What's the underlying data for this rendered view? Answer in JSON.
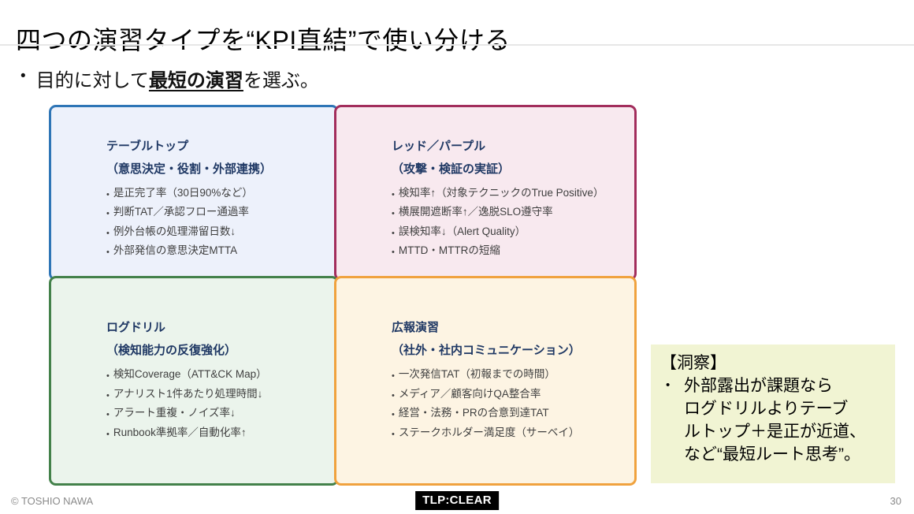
{
  "ui": {
    "bullet_char": "•"
  },
  "slide": {
    "title": "四つの演習タイプを“KPI直結”で使い分ける",
    "lead": {
      "pre": "目的に対して",
      "emph": "最短の演習",
      "post": "を選ぶ。"
    },
    "quadrants": [
      {
        "name": "tabletop",
        "title": "テーブルトップ",
        "subtitle": "（意思決定・役割・外部連携）",
        "items": [
          "是正完了率（30日90%など）",
          "判断TAT／承認フロー通過率",
          "例外台帳の処理滞留日数↓",
          "外部発信の意思決定MTTA"
        ],
        "border_color": "#2E75B6",
        "bg_color": "#EDF1FB"
      },
      {
        "name": "red-purple",
        "title": "レッド／パープル",
        "subtitle": "（攻撃・検証の実証）",
        "items": [
          "検知率↑（対象テクニックのTrue Positive）",
          "横展開遮断率↑／逸脱SLO遵守率",
          "誤検知率↓（Alert Quality）",
          "MTTD・MTTRの短縮"
        ],
        "border_color": "#A22D5C",
        "bg_color": "#F8E9EF"
      },
      {
        "name": "log-drill",
        "title": "ログドリル",
        "subtitle": "（検知能力の反復強化）",
        "items": [
          "検知Coverage（ATT&CK Map）",
          "アナリスト1件あたり処理時間↓",
          "アラート重複・ノイズ率↓",
          "Runbook準拠率／自動化率↑"
        ],
        "border_color": "#43814A",
        "bg_color": "#EBF4EC"
      },
      {
        "name": "pr-exercise",
        "title": "広報演習",
        "subtitle": "（社外・社内コミュニケーション）",
        "items": [
          "一次発信TAT（初報までの時間）",
          "メディア／顧客向けQA整合率",
          "経営・法務・PRの合意到達TAT",
          "ステークホルダー満足度（サーベイ）"
        ],
        "border_color": "#F0A23E",
        "bg_color": "#FDF4E3"
      }
    ],
    "insight": {
      "heading": "【洞察】",
      "text": "外部露出が課題なら\nログドリルよりテーブ\nルトップ＋是正が近道、\nなど“最短ルート思考”。",
      "bg_color": "#F1F4D3"
    },
    "footer": {
      "copyright": "© TOSHIO NAWA",
      "tlp_label": "TLP:CLEAR",
      "page_number": "30"
    }
  }
}
